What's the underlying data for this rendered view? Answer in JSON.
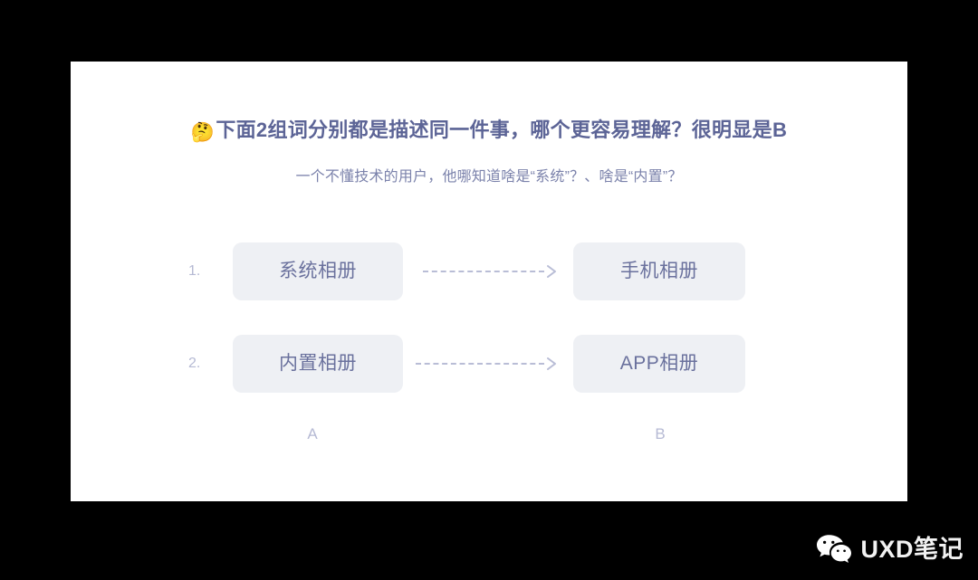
{
  "slide": {
    "title_emoji": "🤔",
    "title": "下面2组词分别都是描述同一件事，哪个更容易理解？很明显是B",
    "subtitle": "一个不懂技术的用户，他哪知道啥是“系统”？、啥是“内置”？",
    "rows": [
      {
        "index": "1.",
        "left_label": "系统相册",
        "right_label": "手机相册"
      },
      {
        "index": "2.",
        "left_label": "内置相册",
        "right_label": "APP相册"
      }
    ],
    "column_labels": {
      "a": "A",
      "b": "B"
    },
    "colors": {
      "title": "#5c6496",
      "subtitle": "#7b82ab",
      "card_background": "#eef0f4",
      "card_text": "#6a719d",
      "arrow": "#b9bdd6",
      "muted": "#b6bad4",
      "slide_background": "#ffffff",
      "page_background": "#000000"
    }
  },
  "watermark": {
    "icon": "wechat-icon",
    "text": "UXD笔记",
    "color": "#f2f2f2"
  }
}
